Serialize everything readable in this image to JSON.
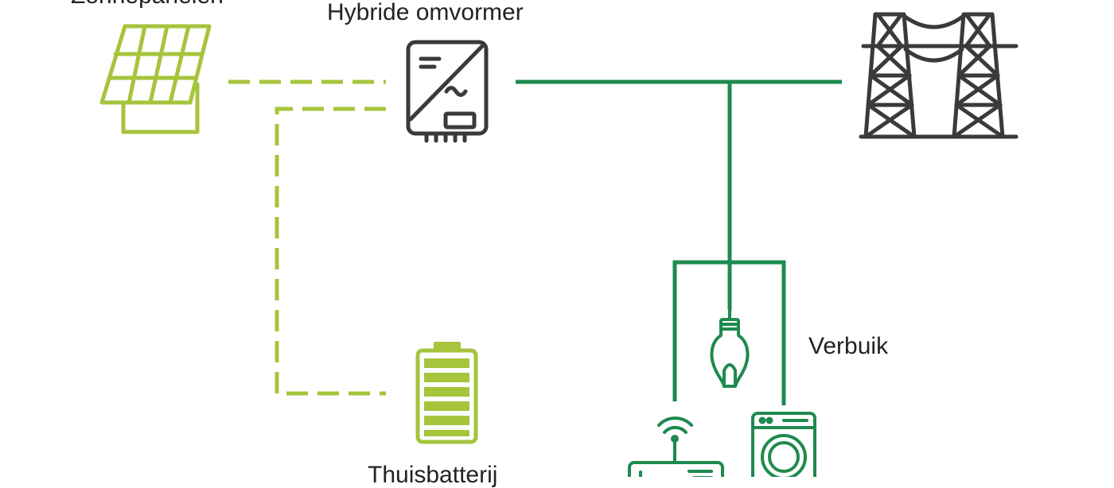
{
  "labels": {
    "solar": "Zonnepanelen",
    "inverter": "Hybride omvormer",
    "battery": "Thuisbatterij",
    "consumption": "Verbuik"
  },
  "colors": {
    "dc_line": "#a6c43c",
    "ac_line": "#1e8a4f",
    "icon_dark": "#3a3a3a",
    "text": "#222222"
  },
  "icons": [
    "solar-panel-icon",
    "inverter-icon",
    "power-pylon-icon",
    "battery-icon",
    "light-bulb-icon",
    "wifi-router-icon",
    "washing-machine-icon"
  ]
}
